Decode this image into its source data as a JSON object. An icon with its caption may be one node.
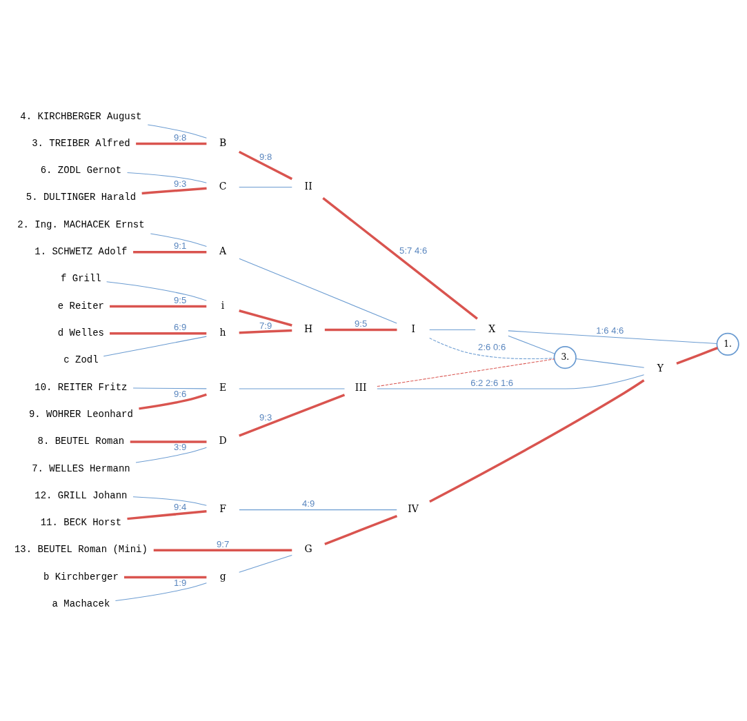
{
  "diagram": {
    "nodes": [
      {
        "text": [
          "c Zodl"
        ]
      },
      {
        "text": [
          "d Welles"
        ]
      },
      {
        "text": [
          "h"
        ]
      },
      {
        "text": [
          "e Reiter"
        ]
      },
      {
        "text": [
          "f Grill"
        ]
      },
      {
        "text": [
          "i"
        ]
      },
      {
        "text": [
          "H"
        ]
      },
      {
        "text": [
          "I"
        ]
      },
      {
        "text": [
          "1. SCHWETZ Adolf"
        ]
      },
      {
        "text": [
          "2. Ing. MACHACEK Ernst"
        ]
      },
      {
        "text": [
          "A"
        ]
      },
      {
        "text": [
          "3. TREIBER Alfred"
        ]
      },
      {
        "text": [
          "4. KIRCHBERGER August"
        ]
      },
      {
        "text": [
          "B"
        ]
      },
      {
        "text": [
          "II"
        ]
      },
      {
        "text": [
          "5. DULTINGER Harald"
        ]
      },
      {
        "text": [
          "6. ZODL Gernot"
        ]
      },
      {
        "text": [
          "C"
        ]
      },
      {
        "text": [
          "X"
        ]
      },
      {
        "text": [
          "7. WELLES Hermann"
        ]
      },
      {
        "text": [
          "8. BEUTEL Roman"
        ]
      },
      {
        "text": [
          "D"
        ]
      },
      {
        "text": [
          "III"
        ]
      },
      {
        "text": [
          "9. WOHRER Leonhard"
        ]
      },
      {
        "text": [
          "10. REITER Fritz"
        ]
      },
      {
        "text": [
          "E"
        ]
      },
      {
        "text": [
          "3."
        ]
      },
      {
        "text": [
          "1."
        ]
      },
      {
        "text": [
          "Y"
        ]
      },
      {
        "text": [
          "11. BECK Horst"
        ]
      },
      {
        "text": [
          "12. GRILL Johann"
        ]
      },
      {
        "text": [
          "F"
        ]
      },
      {
        "text": [
          "IV"
        ]
      },
      {
        "text": [
          "13. BEUTEL Roman (Mini)"
        ]
      },
      {
        "text": [
          "G"
        ]
      },
      {
        "text": [
          "a Machacek"
        ]
      },
      {
        "text": [
          "b Kirchberger"
        ]
      },
      {
        "text": [
          "g"
        ]
      }
    ],
    "edges": [
      {
        "from": 0,
        "to": 2,
        "arrow": "none"
      },
      {
        "from": 1,
        "to": 2,
        "arrow": "none",
        "label": "6:9",
        "style": "thick",
        "color": "#d9544f"
      },
      {
        "from": 2,
        "to": 6,
        "arrow": "none",
        "label": "7:9",
        "style": "thick",
        "color": "#d9544f"
      },
      {
        "from": 3,
        "to": 5,
        "arrow": "none",
        "label": "9:5",
        "style": "thick",
        "color": "#d9544f"
      },
      {
        "from": 4,
        "to": 5,
        "arrow": "none"
      },
      {
        "from": 5,
        "to": 6,
        "arrow": "none",
        "style": "thick",
        "color": "#d9544f"
      },
      {
        "from": 6,
        "to": 7,
        "arrow": "none",
        "label": "9:5",
        "style": "thick",
        "color": "#d9544f"
      },
      {
        "from": 8,
        "to": 10,
        "arrow": "none",
        "label": "9:1",
        "style": "thick",
        "color": "#d9544f"
      },
      {
        "from": 9,
        "to": 10,
        "arrow": "none"
      },
      {
        "from": 10,
        "to": 7,
        "arrow": "none"
      },
      {
        "from": 7,
        "to": 18,
        "arrow": "none"
      },
      {
        "from": 7,
        "to": 26,
        "arrow": "none",
        "label": "2:6 0:6",
        "style": "dashed"
      },
      {
        "from": 11,
        "to": 13,
        "arrow": "none",
        "label": "9:8",
        "style": "thick",
        "color": "#d9544f"
      },
      {
        "from": 12,
        "to": 13,
        "arrow": "none"
      },
      {
        "from": 13,
        "to": 14,
        "arrow": "none",
        "label": "9:8",
        "style": "thick",
        "color": "#d9544f"
      },
      {
        "from": 15,
        "to": 17,
        "arrow": "none",
        "label": "9:3",
        "style": "thick",
        "color": "#d9544f"
      },
      {
        "from": 16,
        "to": 17,
        "arrow": "none"
      },
      {
        "from": 17,
        "to": 14,
        "arrow": "none"
      },
      {
        "from": 14,
        "to": 18,
        "arrow": "none",
        "label": "5:7 4:6",
        "style": "thick",
        "color": "#d9544f"
      },
      {
        "from": 18,
        "to": 26,
        "arrow": "none"
      },
      {
        "from": 26,
        "to": 28,
        "arrow": "none"
      },
      {
        "from": 18,
        "to": 27,
        "arrow": "none",
        "label": "1:6 4:6"
      },
      {
        "from": 19,
        "to": 21,
        "arrow": "none",
        "label": "3:9"
      },
      {
        "from": 20,
        "to": 21,
        "arrow": "none",
        "style": "thick",
        "color": "#d9544f"
      },
      {
        "from": 21,
        "to": 22,
        "arrow": "none",
        "label": "9:3",
        "style": "thick",
        "color": "#d9544f"
      },
      {
        "from": 23,
        "to": 25,
        "arrow": "none",
        "label": "9:6",
        "style": "thick",
        "color": "#d9544f"
      },
      {
        "from": 24,
        "to": 25,
        "arrow": "none"
      },
      {
        "from": 25,
        "to": 22,
        "arrow": "none"
      },
      {
        "from": 22,
        "to": 26,
        "arrow": "none",
        "style": "dashed",
        "color": "#d9544f"
      },
      {
        "from": 22,
        "to": 28,
        "arrow": "none",
        "label": "6:2 2:6 1:6"
      },
      {
        "from": 29,
        "to": 31,
        "arrow": "none",
        "label": "9:4",
        "style": "thick",
        "color": "#d9544f"
      },
      {
        "from": 30,
        "to": 31,
        "arrow": "none"
      },
      {
        "from": 31,
        "to": 32,
        "arrow": "none",
        "label": "4:9"
      },
      {
        "from": 33,
        "to": 34,
        "arrow": "none",
        "label": "9:7",
        "style": "thick",
        "color": "#d9544f"
      },
      {
        "from": 35,
        "to": 37,
        "arrow": "none",
        "label": "1:9"
      },
      {
        "from": 36,
        "to": 37,
        "arrow": "none",
        "style": "thick",
        "color": "#d9544f"
      },
      {
        "from": 37,
        "to": 34,
        "arrow": "none"
      },
      {
        "from": 34,
        "to": 32,
        "arrow": "none",
        "style": "thick",
        "color": "#d9544f"
      },
      {
        "from": 32,
        "to": 28,
        "arrow": "none",
        "style": "thick",
        "color": "#d9544f"
      },
      {
        "from": 28,
        "to": 27,
        "arrow": "none",
        "style": "thick",
        "color": "#d9544f"
      }
    ]
  }
}
